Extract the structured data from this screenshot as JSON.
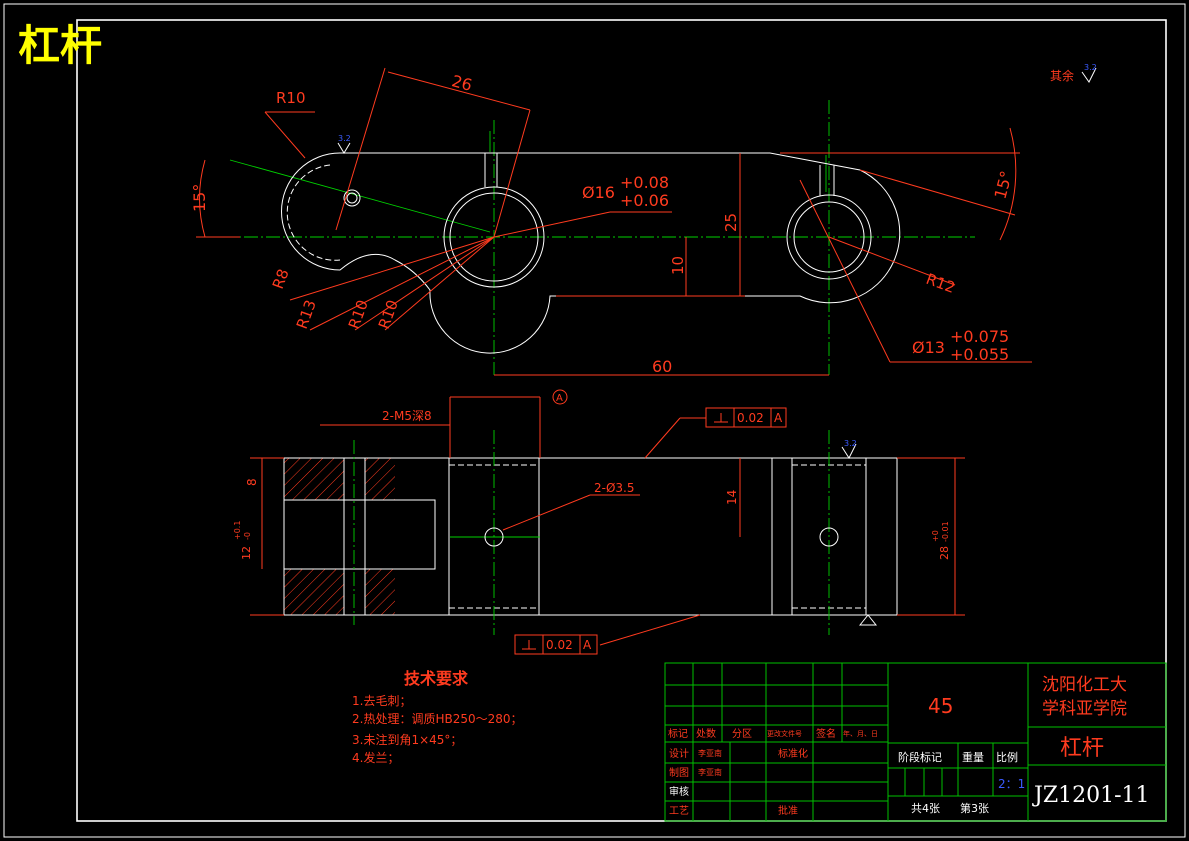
{
  "title": "杠杆",
  "colors": {
    "background": "#000000",
    "outline": "#ffffff",
    "dimension": "#ff3b1f",
    "centerline": "#00d000",
    "title": "#ffff00",
    "scale": "#3b5bff"
  },
  "front_view": {
    "dim_26": "26",
    "dim_r10_top": "R10",
    "dim_15deg_left": "15°",
    "dim_15deg_right": "15°",
    "dim_phi16": "Ø16",
    "dim_phi16_tol_upper": "+0.08",
    "dim_phi16_tol_lower": "+0.06",
    "dim_25": "25",
    "dim_10": "10",
    "dim_60": "60",
    "dim_r8": "R8",
    "dim_r13": "R13",
    "dim_r10_a": "R10",
    "dim_r10_b": "R10",
    "dim_r12": "R12",
    "dim_phi13": "Ø13",
    "dim_phi13_tol_upper": "+0.075",
    "dim_phi13_tol_lower": "+0.055",
    "roughness_small": "3.2",
    "roughness_rest_label": "其余",
    "roughness_rest_value": "3.2"
  },
  "section_view": {
    "thread_label": "2-M5深8",
    "hole_label": "2-Ø3.5",
    "datum": "A",
    "gdt_top_value": "0.02",
    "gdt_top_datum": "A",
    "gdt_bottom_value": "0.02",
    "gdt_bottom_datum": "A",
    "dim_8": "8",
    "dim_12": "12",
    "dim_12_tol_upper": "+0.1",
    "dim_12_tol_lower": "-0",
    "dim_14": "14",
    "dim_28": "28",
    "dim_28_tol_upper": "+0",
    "dim_28_tol_lower": "-0.01",
    "roughness_value": "3.2"
  },
  "tech_requirements": {
    "heading": "技术要求",
    "items": [
      "1.去毛刺；",
      "2.热处理：调质HB250～280；",
      "3.未注到角1×45°；",
      "4.发兰；"
    ]
  },
  "title_block": {
    "material": "45",
    "school_line1": "沈阳化工大",
    "school_line2": "学科亚学院",
    "part_name": "杠杆",
    "drawing_no": "JZ1201-11",
    "hdr_mark": "标记",
    "hdr_count": "处数",
    "hdr_zone": "分区",
    "hdr_docno": "更改文件号",
    "hdr_sign": "签名",
    "hdr_date": "年、月、日",
    "design_label": "设计",
    "design_name": "李亚南",
    "standard_label": "标准化",
    "draw_label": "制图",
    "draw_name": "李亚南",
    "review_label": "审核",
    "process_label": "工艺",
    "approve_label": "批准",
    "stage_label": "阶段标记",
    "weight_label": "重量",
    "scale_label": "比例",
    "scale_value": "2：1",
    "total_sheets": "共4张",
    "sheet_no": "第3张"
  }
}
